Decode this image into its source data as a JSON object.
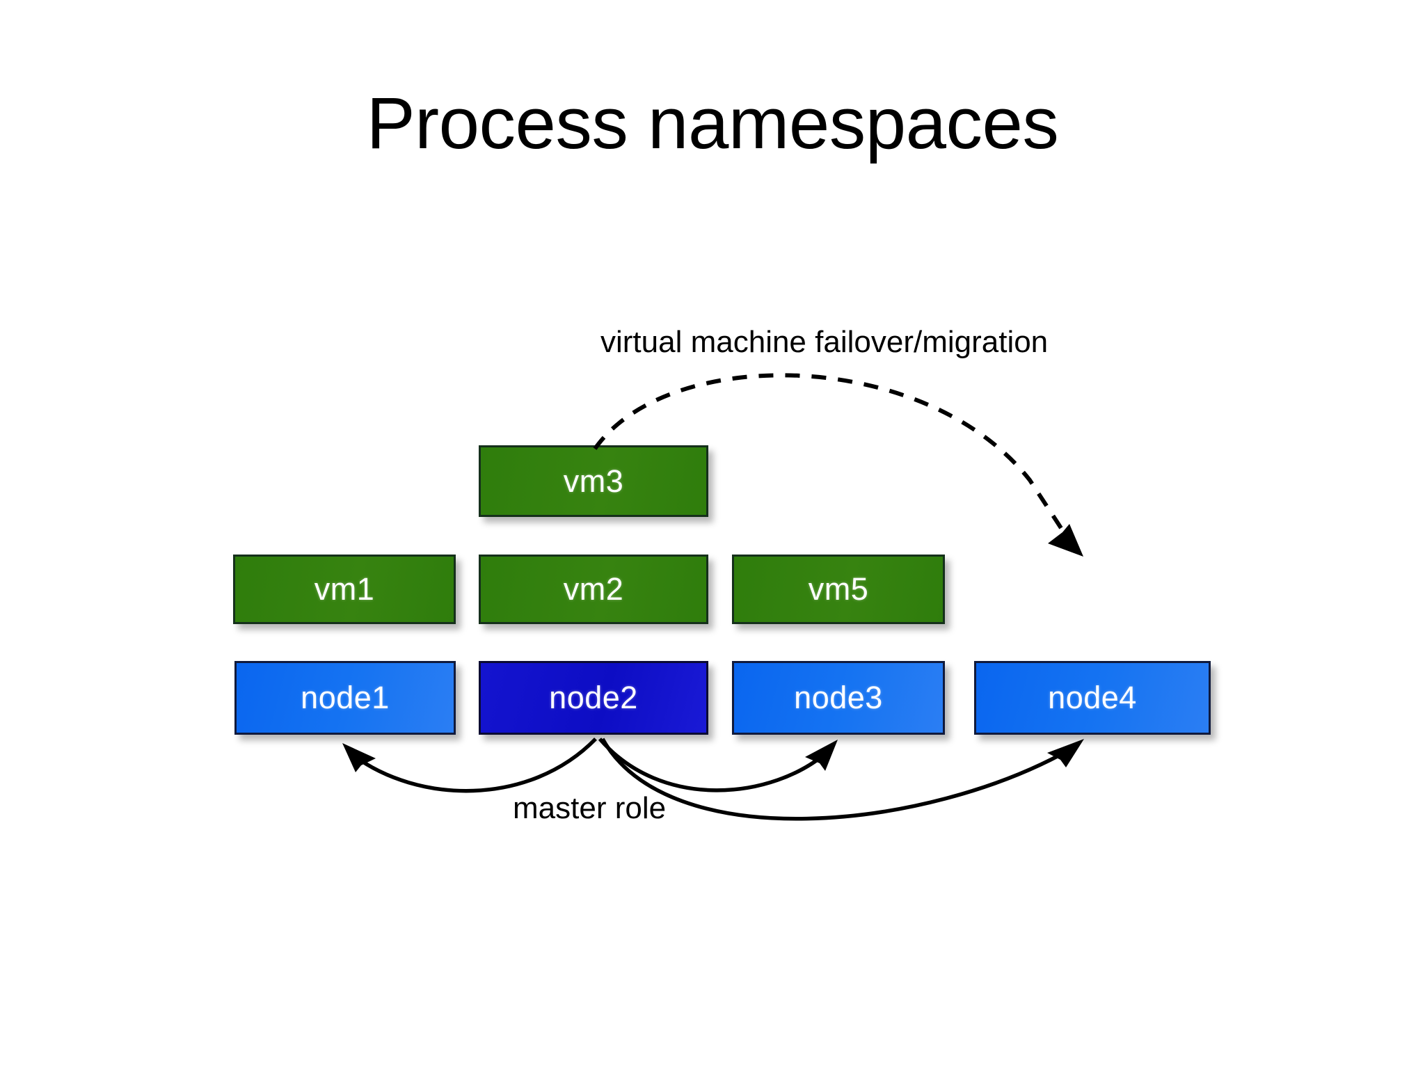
{
  "slide": {
    "title": "Process namespaces",
    "background_color": "#ffffff"
  },
  "labels": {
    "migration": "virtual machine failover/migration",
    "master_role": "master role"
  },
  "colors": {
    "vm_green": "#2f7d0c",
    "node_blue": "#0d6ef0",
    "node_master_blue": "#1212cb",
    "border_dark": "#1a1a2e",
    "arrow_black": "#000000",
    "text_white": "#ffffff"
  },
  "vms": [
    {
      "id": "vm3",
      "label": "vm3",
      "color": "#2f7d0c",
      "row": "top"
    },
    {
      "id": "vm1",
      "label": "vm1",
      "color": "#2f7d0c",
      "row": "middle"
    },
    {
      "id": "vm2",
      "label": "vm2",
      "color": "#2f7d0c",
      "row": "middle"
    },
    {
      "id": "vm5",
      "label": "vm5",
      "color": "#2f7d0c",
      "row": "middle"
    }
  ],
  "nodes": [
    {
      "id": "node1",
      "label": "node1",
      "color": "#0d6ef0",
      "is_master": false
    },
    {
      "id": "node2",
      "label": "node2",
      "color": "#1212cb",
      "is_master": true
    },
    {
      "id": "node3",
      "label": "node3",
      "color": "#0d6ef0",
      "is_master": false
    },
    {
      "id": "node4",
      "label": "node4",
      "color": "#0d6ef0",
      "is_master": false
    }
  ],
  "arrows": {
    "migration": {
      "style": "dashed",
      "from": "vm3",
      "to": "node4-area",
      "label": "virtual machine failover/migration"
    },
    "master": [
      {
        "style": "solid",
        "from": "node2",
        "to": "node1",
        "label": "master role"
      },
      {
        "style": "solid",
        "from": "node2",
        "to": "node3",
        "label": "master role"
      },
      {
        "style": "solid",
        "from": "node2",
        "to": "node4",
        "label": "master role"
      }
    ]
  }
}
